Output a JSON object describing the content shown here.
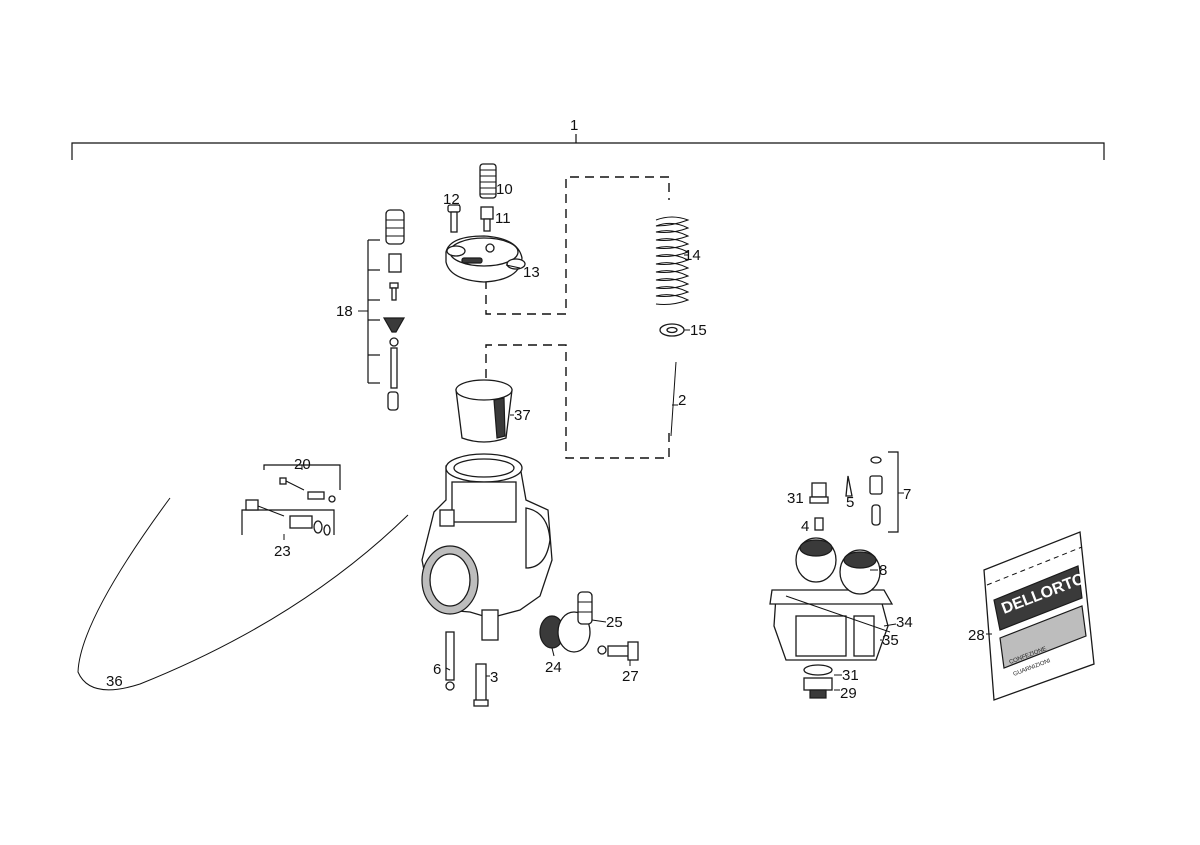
{
  "callouts": {
    "c1": "1",
    "c2": "2",
    "c3": "3",
    "c4": "4",
    "c5": "5",
    "c6": "6",
    "c7": "7",
    "c8": "8",
    "c10": "10",
    "c11": "11",
    "c12": "12",
    "c13": "13",
    "c14": "14",
    "c15": "15",
    "c18": "18",
    "c20": "20",
    "c23": "23",
    "c24": "24",
    "c25": "25",
    "c27": "27",
    "c28": "28",
    "c29": "29",
    "c31a": "31",
    "c31b": "31",
    "c34": "34",
    "c35": "35",
    "c36": "36",
    "c37": "37"
  },
  "package": {
    "brand": "DELLORTO",
    "line1": "CONFEZIONE",
    "line2": "GUARNIZIONI"
  },
  "colors": {
    "ink": "#111111",
    "background": "#ffffff"
  }
}
